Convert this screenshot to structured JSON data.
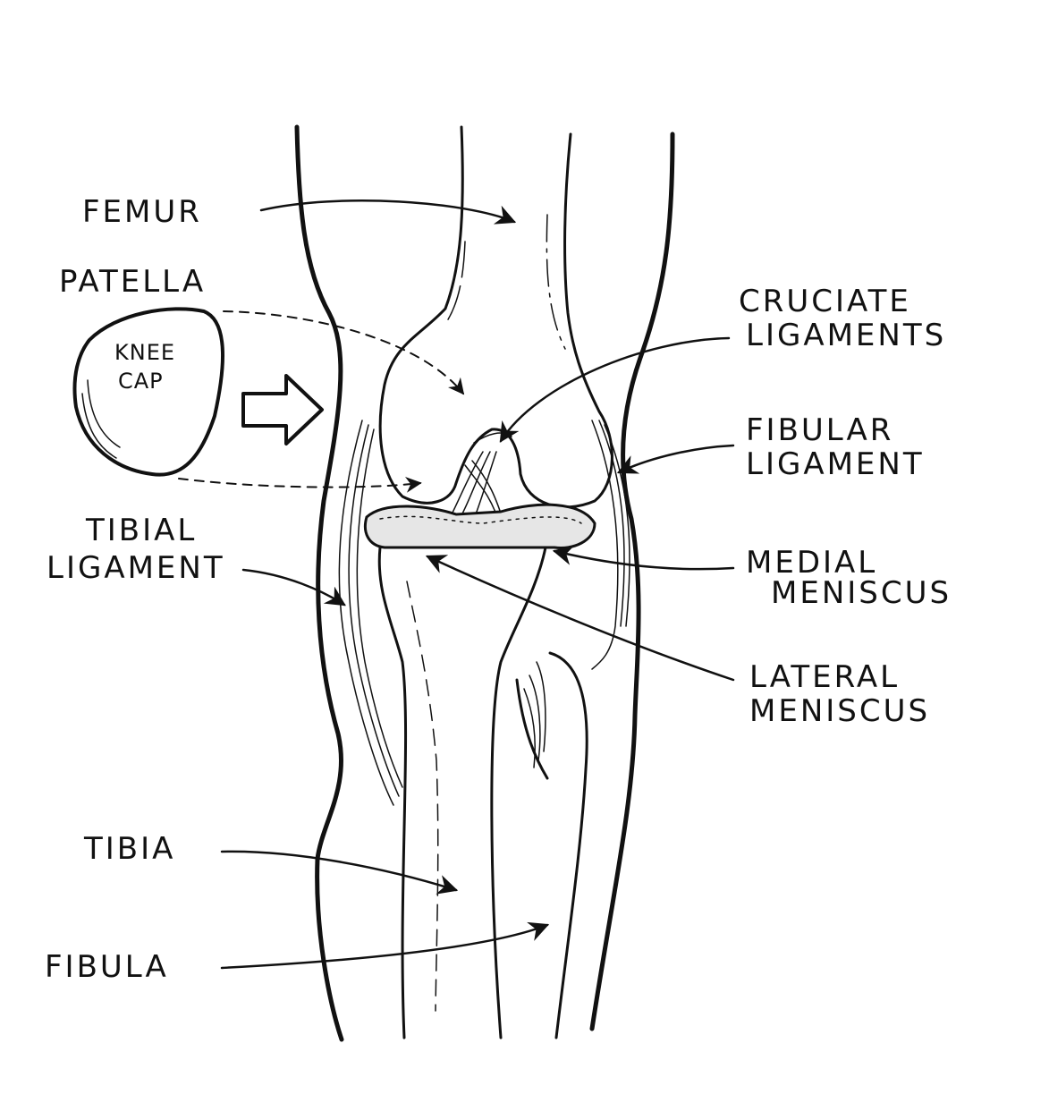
{
  "labels": {
    "femur": "FEMUR",
    "patella": "PATELLA",
    "kneecap_line1": "KNEE",
    "kneecap_line2": "CAP",
    "cruciate_line1": "CRUCIATE",
    "cruciate_line2": "LIGAMENTS",
    "fibular_line1": "FIBULAR",
    "fibular_line2": "LIGAMENT",
    "tibial_line1": "TIBIAL",
    "tibial_line2": "LIGAMENT",
    "medial_line1": "MEDIAL",
    "medial_line2": "MENISCUS",
    "lateral_line1": "LATERAL",
    "lateral_line2": "MENISCUS",
    "tibia": "TIBIA",
    "fibula": "FIBULA"
  },
  "colors": {
    "ink": "#111111",
    "paper": "#ffffff",
    "meniscus": "#e6e6e6"
  }
}
